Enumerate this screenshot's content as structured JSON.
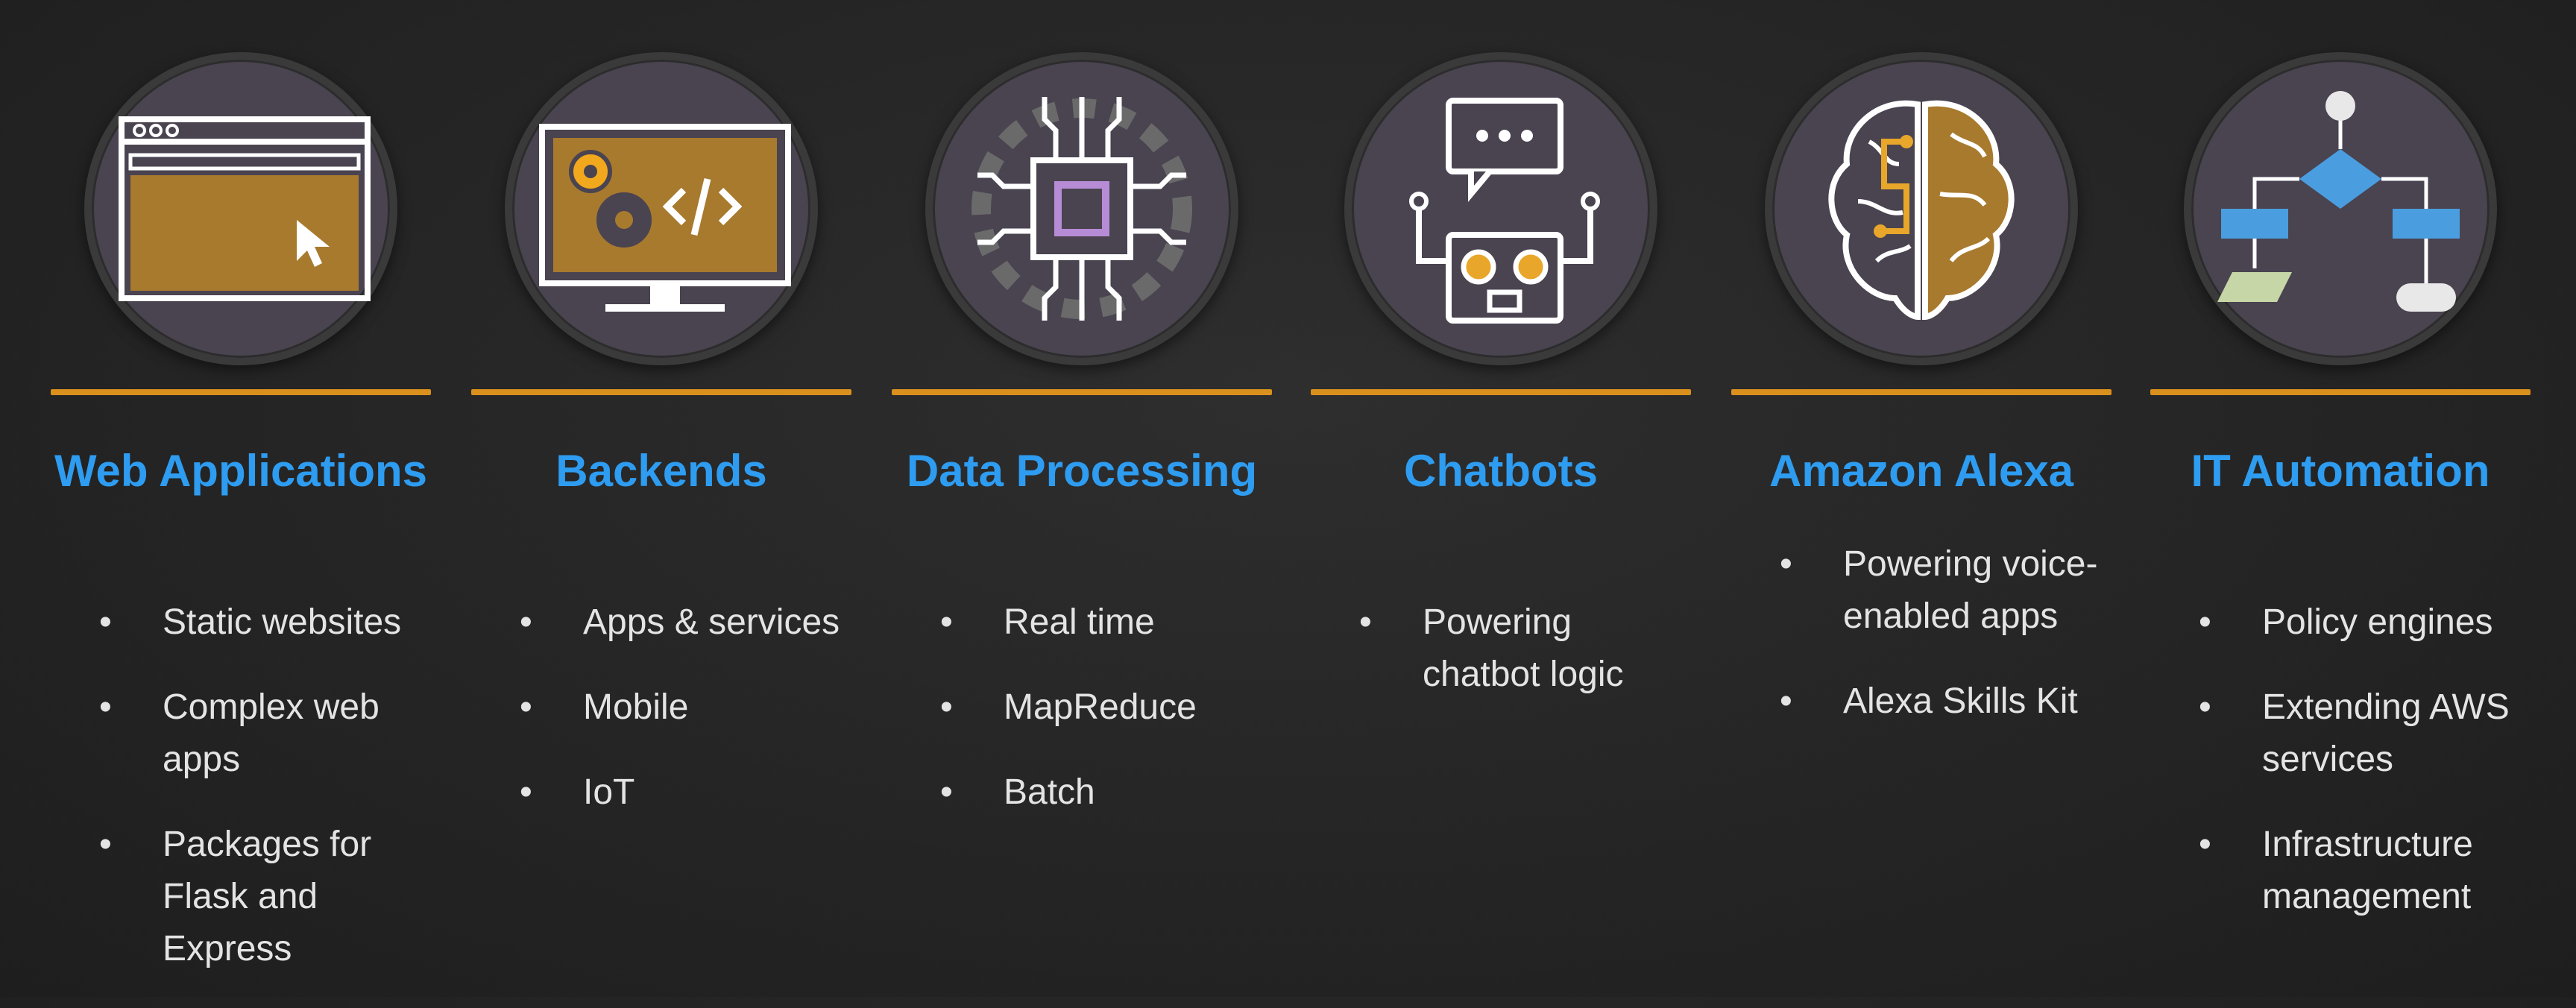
{
  "columns": [
    {
      "title": "Web Applications",
      "icon": "browser-window-icon",
      "bullets": [
        "Static websites",
        "Complex web apps",
        "Packages for Flask and Express"
      ]
    },
    {
      "title": "Backends",
      "icon": "monitor-code-icon",
      "bullets": [
        "Apps & services",
        "Mobile",
        "IoT"
      ]
    },
    {
      "title": "Data Processing",
      "icon": "cpu-chip-icon",
      "bullets": [
        "Real time",
        "MapReduce",
        "Batch"
      ]
    },
    {
      "title": "Chatbots",
      "icon": "robot-icon",
      "bullets": [
        "Powering chatbot logic"
      ]
    },
    {
      "title": "Amazon Alexa",
      "icon": "brain-icon",
      "bullets": [
        "Powering voice-enabled apps",
        "Alexa Skills Kit"
      ]
    },
    {
      "title": "IT Automation",
      "icon": "flowchart-icon",
      "bullets": [
        "Policy engines",
        "Extending AWS services",
        "Infrastructure management"
      ]
    }
  ],
  "colors": {
    "accent": "#d9901d",
    "title": "#2e9cf0",
    "text": "#e4e4e4",
    "circle": "#4a4350",
    "icon_fill": "#a87a2e"
  }
}
